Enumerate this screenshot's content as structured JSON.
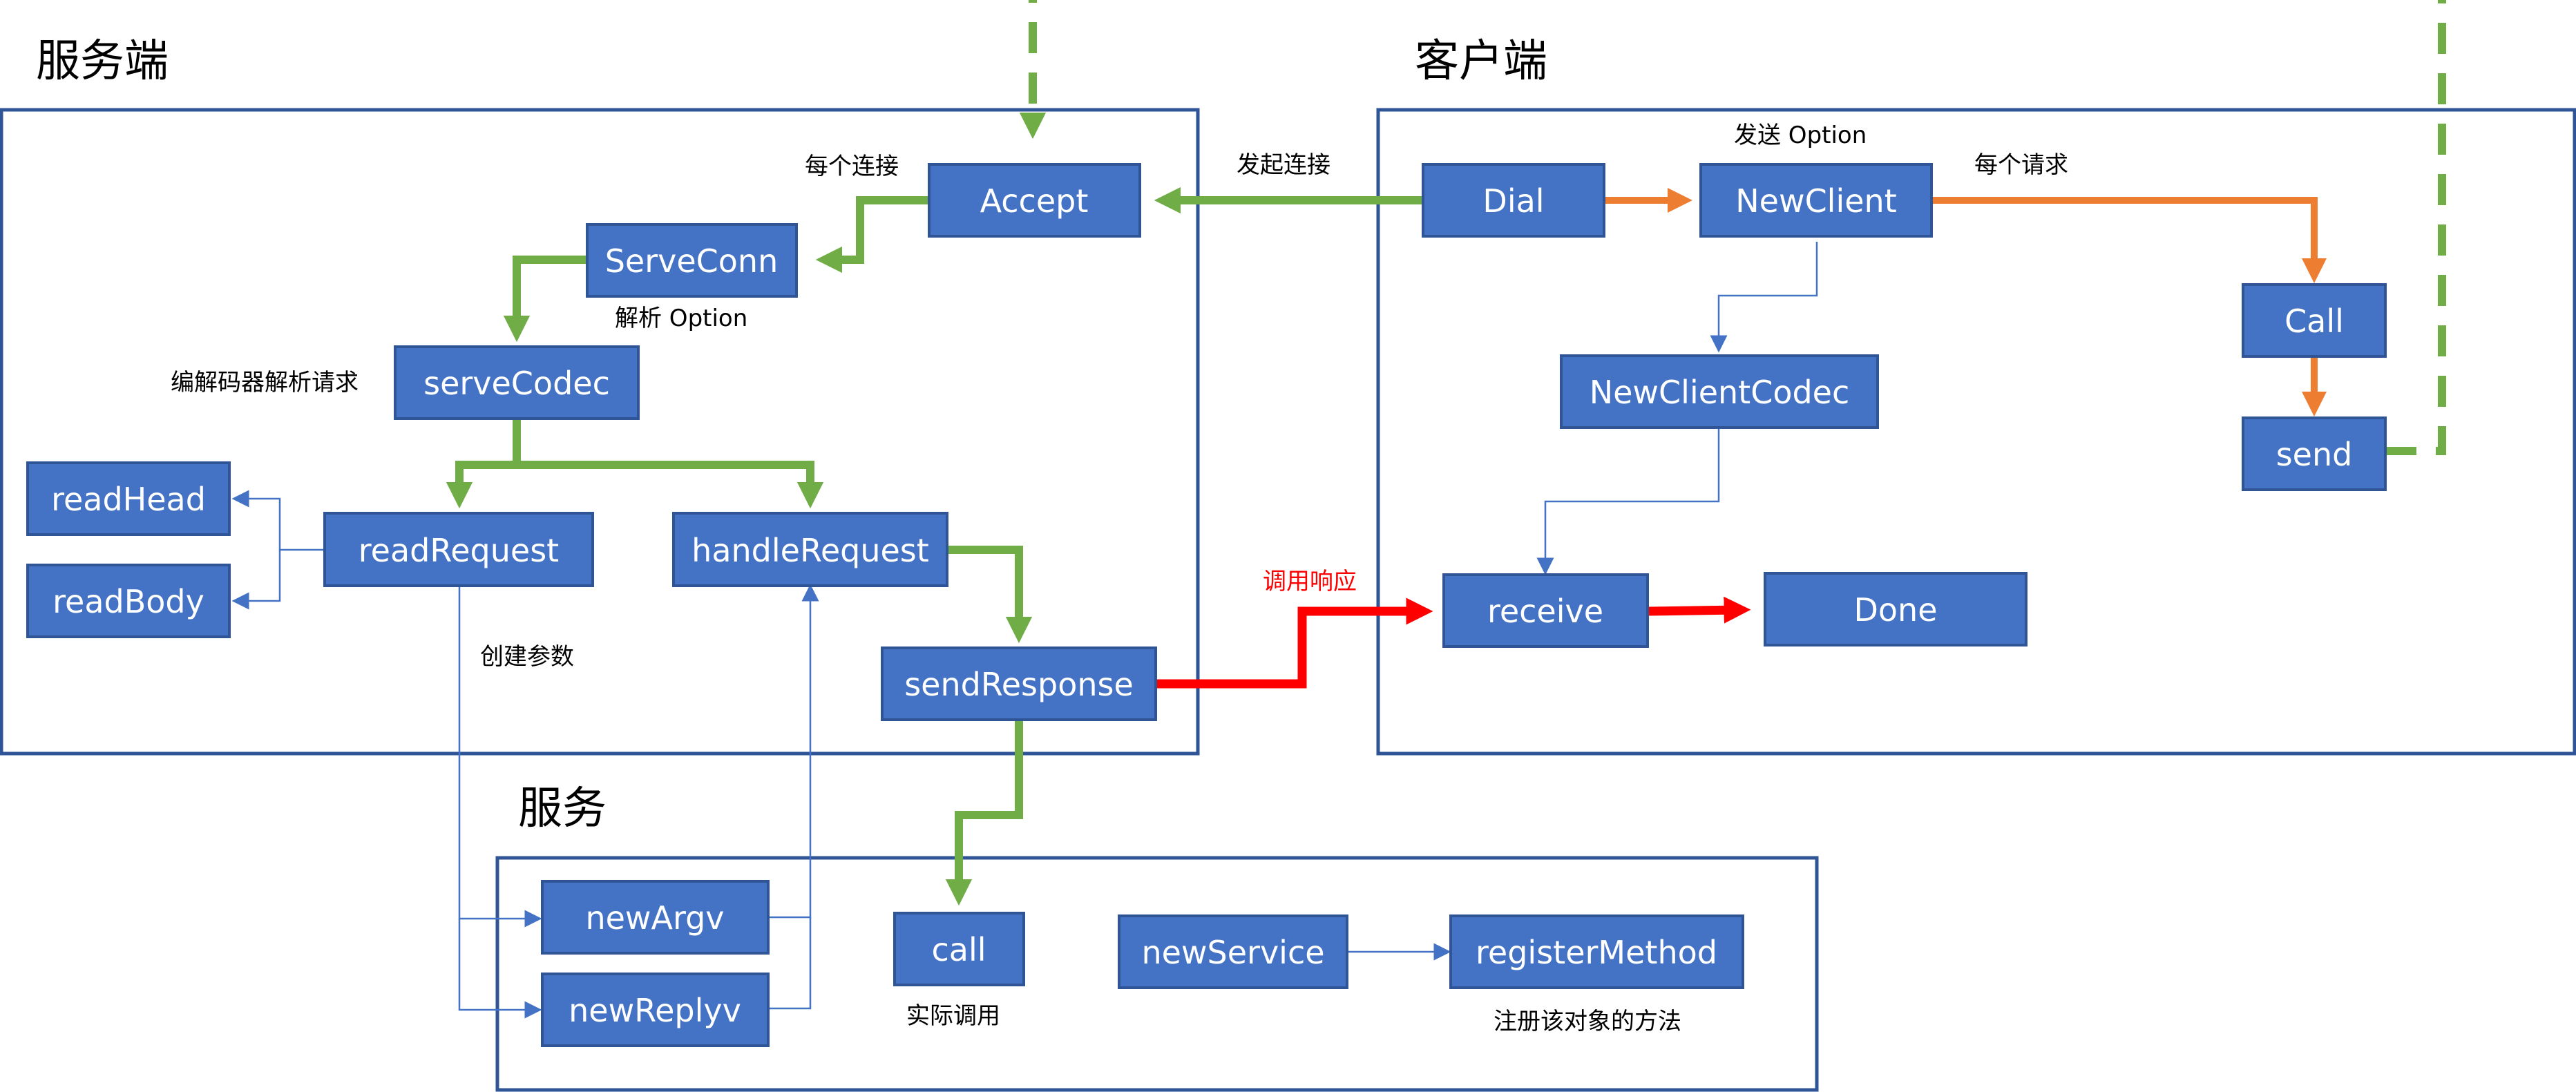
{
  "titles": {
    "server": "服务端",
    "client": "客户端",
    "service": "服务"
  },
  "nodes": {
    "accept": "Accept",
    "serve_conn": "ServeConn",
    "serve_codec": "serveCodec",
    "read_head": "readHead",
    "read_body": "readBody",
    "read_request": "readRequest",
    "handle_request": "handleRequest",
    "send_response": "sendResponse",
    "dial": "Dial",
    "new_client": "NewClient",
    "new_client_codec": "NewClientCodec",
    "call_client": "Call",
    "send": "send",
    "receive": "receive",
    "done": "Done",
    "new_argv": "newArgv",
    "new_replyv": "newReplyv",
    "call_service": "call",
    "new_service": "newService",
    "register_method": "registerMethod"
  },
  "labels": {
    "per_connection": "每个连接",
    "parse_option": "解析 Option",
    "codec_parse_request": "编解码器解析请求",
    "create_args": "创建参数",
    "initiate_connection": "发起连接",
    "send_option": "发送 Option",
    "per_request": "每个请求",
    "call_response": "调用响应",
    "actual_call": "实际调用",
    "register_methods": "注册该对象的方法"
  },
  "colors": {
    "node_fill": "#4472c4",
    "node_border": "#2f5597",
    "green_flow": "#70ad47",
    "orange_flow": "#ed7d31",
    "red_flow": "#ff0000",
    "thin_link": "#4472c4"
  }
}
